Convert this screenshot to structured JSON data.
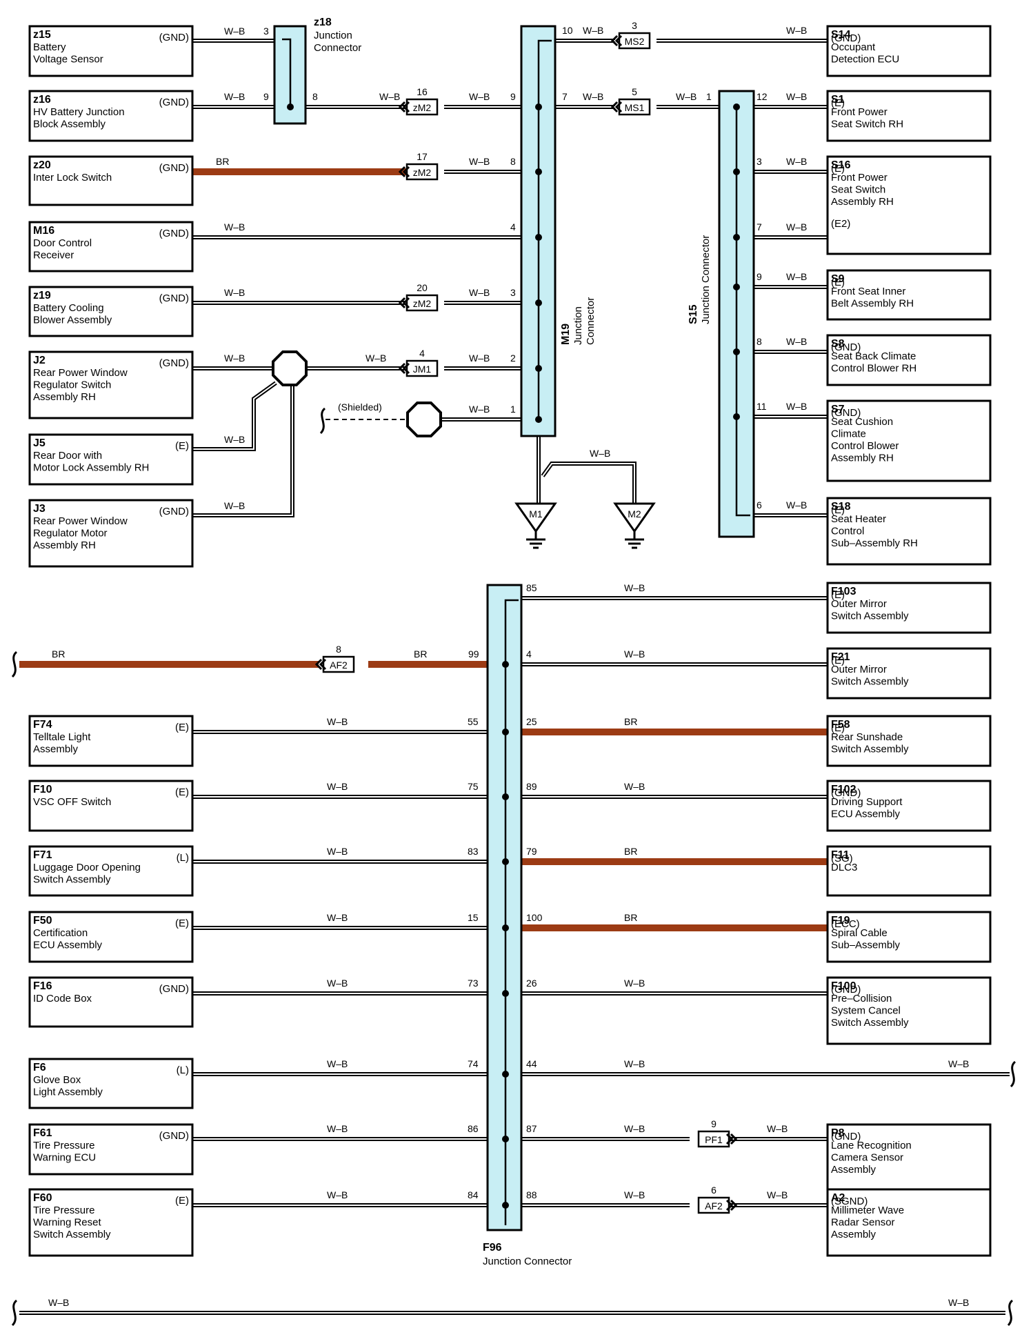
{
  "colors": {
    "wb_wire": "#000000",
    "br_wire": "#9c3b14",
    "connector_fill": "#c8eef4"
  },
  "components_left_top": [
    {
      "code": "z15",
      "desc": [
        "Battery",
        "Voltage Sensor"
      ],
      "term": "(GND)"
    },
    {
      "code": "z16",
      "desc": [
        "HV Battery Junction",
        "Block Assembly"
      ],
      "term": "(GND)"
    },
    {
      "code": "z20",
      "desc": [
        "Inter Lock Switch"
      ],
      "term": "(GND)"
    },
    {
      "code": "M16",
      "desc": [
        "Door Control",
        "Receiver"
      ],
      "term": "(GND)"
    },
    {
      "code": "z19",
      "desc": [
        "Battery Cooling",
        "Blower Assembly"
      ],
      "term": "(GND)"
    },
    {
      "code": "J2",
      "desc": [
        "Rear Power Window",
        "Regulator Switch",
        "Assembly RH"
      ],
      "term": "(GND)"
    },
    {
      "code": "J5",
      "desc": [
        "Rear Door with",
        "Motor Lock Assembly RH"
      ],
      "term": "(E)"
    },
    {
      "code": "J3",
      "desc": [
        "Rear Power Window",
        "Regulator Motor",
        "Assembly RH"
      ],
      "term": "(GND)"
    }
  ],
  "components_right_top": [
    {
      "code": "S14",
      "desc": [
        "Occupant",
        "Detection ECU"
      ],
      "term": "(GND)"
    },
    {
      "code": "S1",
      "desc": [
        "Front Power",
        "Seat Switch RH"
      ],
      "term": "(E)"
    },
    {
      "code": "S16",
      "desc": [
        "Front Power",
        "Seat Switch",
        "Assembly RH"
      ],
      "term": "(E)",
      "term2": "(E2)"
    },
    {
      "code": "S9",
      "desc": [
        "Front Seat Inner",
        "Belt Assembly RH"
      ],
      "term": "(E)"
    },
    {
      "code": "S8",
      "desc": [
        "Seat Back Climate",
        "Control Blower RH"
      ],
      "term": "(GND)"
    },
    {
      "code": "S7",
      "desc": [
        "Seat Cushion",
        "Climate",
        "Control Blower",
        "Assembly RH"
      ],
      "term": "(GND)"
    },
    {
      "code": "S18",
      "desc": [
        "Seat Heater",
        "Control",
        "Sub–Assembly RH"
      ],
      "term": "(E)"
    }
  ],
  "components_left_bottom": [
    {
      "code": "F74",
      "desc": [
        "Telltale Light",
        "Assembly"
      ],
      "term": "(E)"
    },
    {
      "code": "F10",
      "desc": [
        "VSC OFF Switch"
      ],
      "term": "(E)"
    },
    {
      "code": "F71",
      "desc": [
        "Luggage Door Opening",
        "Switch Assembly"
      ],
      "term": "(L)"
    },
    {
      "code": "F50",
      "desc": [
        "Certification",
        "ECU Assembly"
      ],
      "term": "(E)"
    },
    {
      "code": "F16",
      "desc": [
        "ID Code Box"
      ],
      "term": "(GND)"
    },
    {
      "code": "F6",
      "desc": [
        "Glove Box",
        "Light Assembly"
      ],
      "term": "(L)"
    },
    {
      "code": "F61",
      "desc": [
        "Tire Pressure",
        "Warning ECU"
      ],
      "term": "(GND)"
    },
    {
      "code": "F60",
      "desc": [
        "Tire Pressure",
        "Warning Reset",
        "Switch Assembly"
      ],
      "term": "(E)"
    }
  ],
  "components_right_bottom": [
    {
      "code": "F103",
      "desc": [
        "Outer Mirror",
        "Switch Assembly"
      ],
      "term": "(E)"
    },
    {
      "code": "F21",
      "desc": [
        "Outer Mirror",
        "Switch Assembly"
      ],
      "term": "(E)"
    },
    {
      "code": "F58",
      "desc": [
        "Rear Sunshade",
        "Switch Assembly"
      ],
      "term": "(E)"
    },
    {
      "code": "F102",
      "desc": [
        "Driving Support",
        "ECU Assembly"
      ],
      "term": "(GND)"
    },
    {
      "code": "F11",
      "desc": [
        "DLC3"
      ],
      "term": "(SG)"
    },
    {
      "code": "F19",
      "desc": [
        "Spiral Cable",
        "Sub–Assembly"
      ],
      "term": "(ECC)"
    },
    {
      "code": "F100",
      "desc": [
        "Pre–Collision",
        "System Cancel",
        "Switch Assembly"
      ],
      "term": "(GND)"
    },
    {
      "code": "P8",
      "desc": [
        "Lane Recognition",
        "Camera Sensor",
        "Assembly"
      ],
      "term": "(GND)"
    },
    {
      "code": "A2",
      "desc": [
        "Millimeter Wave",
        "Radar Sensor",
        "Assembly"
      ],
      "term": "(SGND)"
    }
  ],
  "junction_connectors": [
    {
      "code": "z18",
      "name": [
        "Junction",
        "Connector"
      ]
    },
    {
      "code": "M19",
      "name": [
        "Junction",
        "Connector"
      ]
    },
    {
      "code": "S15",
      "name": [
        "Junction Connector"
      ]
    },
    {
      "code": "F96",
      "name": [
        "Junction Connector"
      ]
    }
  ],
  "inline_connectors": [
    {
      "code": "MS2",
      "pin": "3"
    },
    {
      "code": "MS1",
      "pin": "5"
    },
    {
      "code": "zM2",
      "pin": "16"
    },
    {
      "code": "zM2",
      "pin": "17"
    },
    {
      "code": "zM2",
      "pin": "20"
    },
    {
      "code": "JM1",
      "pin": "4"
    },
    {
      "code": "AF2",
      "pin": "8"
    },
    {
      "code": "PF1",
      "pin": "9"
    },
    {
      "code": "AF2",
      "pin": "6"
    }
  ],
  "grounds": [
    "M1",
    "M2"
  ],
  "wire_labels": {
    "wb": "W–B",
    "br": "BR",
    "shielded": "(Shielded)"
  },
  "pins": {
    "z18": [
      "3",
      "9",
      "8"
    ],
    "m19": [
      "10",
      "7",
      "9",
      "8",
      "4",
      "3",
      "2",
      "1"
    ],
    "s15": [
      "1",
      "12",
      "3",
      "7",
      "9",
      "8",
      "11",
      "6"
    ],
    "f96_left": [
      "99",
      "55",
      "75",
      "83",
      "15",
      "73",
      "74",
      "86",
      "84"
    ],
    "f96_right": [
      "85",
      "4",
      "25",
      "89",
      "79",
      "100",
      "26",
      "44",
      "87",
      "88"
    ]
  }
}
